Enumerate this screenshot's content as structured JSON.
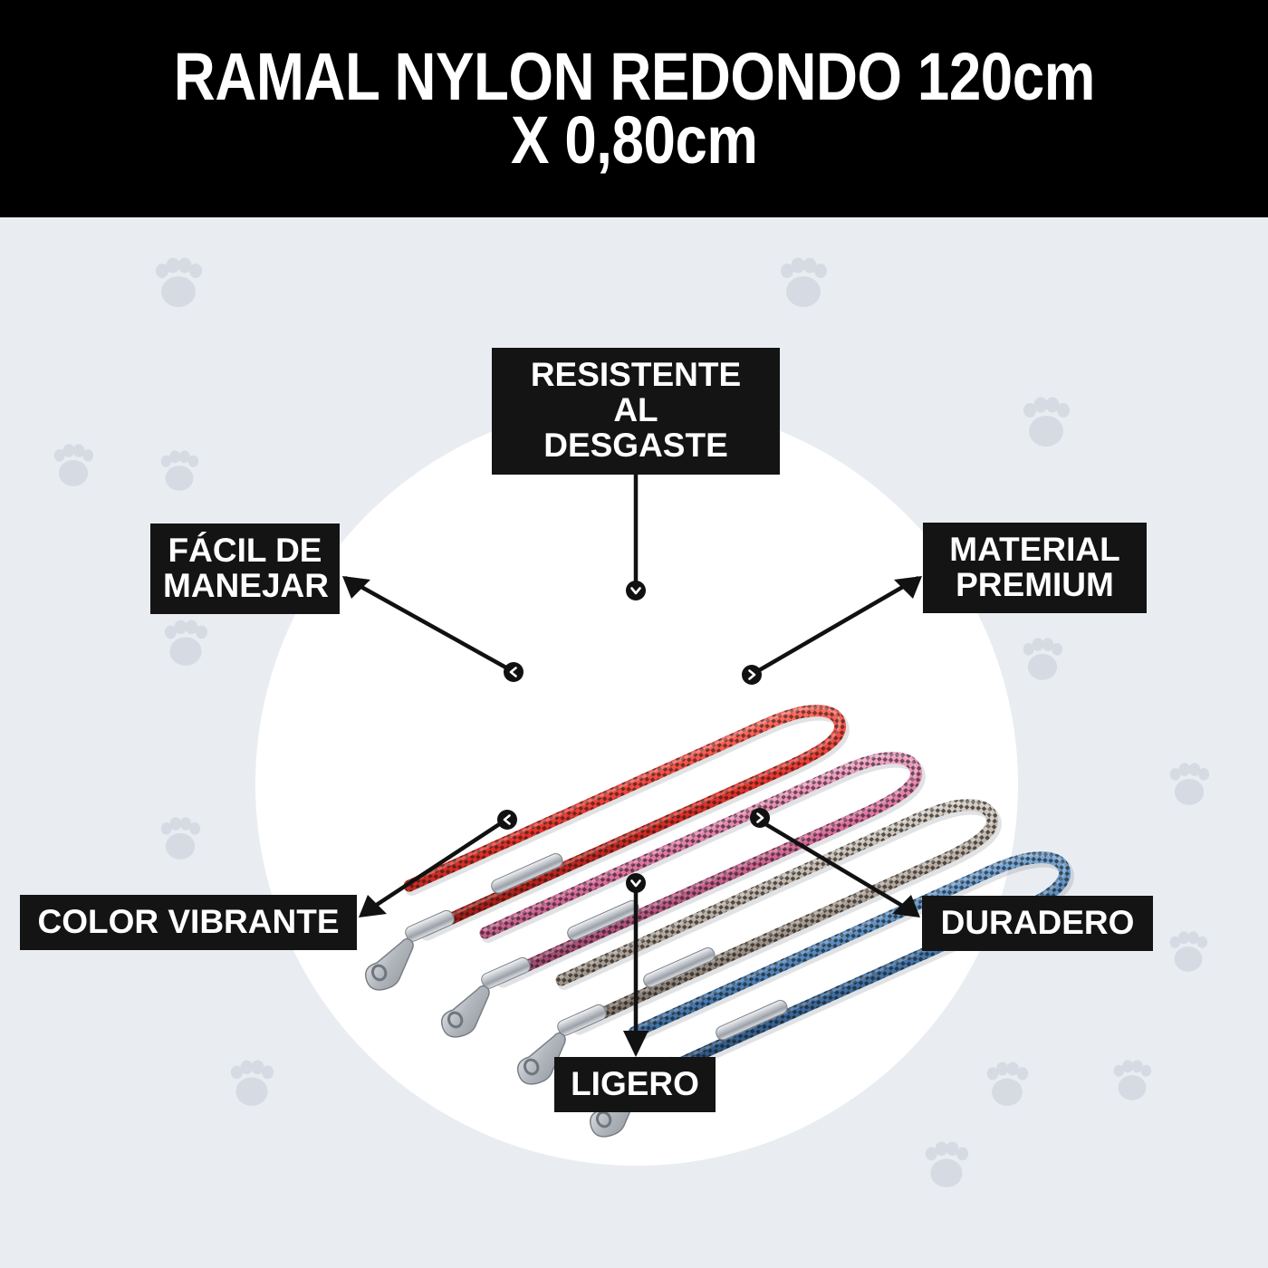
{
  "header": {
    "title": "RAMAL NYLON REDONDO 120cm\nX 0,80cm",
    "background_color": "#000000",
    "text_color": "#ffffff"
  },
  "background": {
    "color": "#e9edf2",
    "circle_color": "#ffffff",
    "watermark_icon": "paw-print-icon",
    "watermark_color": "#d6dbe3"
  },
  "callouts": [
    {
      "id": "resistente",
      "label": "RESISTENTE AL\nDESGASTE",
      "position": "top-center",
      "arrow": "down"
    },
    {
      "id": "facil",
      "label": "FÁCIL DE\nMANEJAR",
      "position": "left-upper",
      "arrow": "up-left"
    },
    {
      "id": "material",
      "label": "MATERIAL\nPREMIUM",
      "position": "right-upper",
      "arrow": "up-right"
    },
    {
      "id": "color",
      "label": "COLOR VIBRANTE",
      "position": "left-lower",
      "arrow": "down-left"
    },
    {
      "id": "duradero",
      "label": "DURADERO",
      "position": "right-lower",
      "arrow": "down-right"
    },
    {
      "id": "ligero",
      "label": "LIGERO",
      "position": "bottom-center",
      "arrow": "down"
    }
  ],
  "product": {
    "name": "ramal-nylon-redondo",
    "item_count": 4,
    "items": [
      {
        "color_name": "rojo",
        "color": "#e8332a",
        "shade": "#b01f18",
        "speck": "#1b1b1b"
      },
      {
        "color_name": "rosa",
        "color": "#dd6d9d",
        "shade": "#a84a74",
        "speck": "#1b1b1b"
      },
      {
        "color_name": "gris",
        "color": "#b7aa9e",
        "shade": "#8a7d72",
        "speck": "#1b1b1b"
      },
      {
        "color_name": "azul",
        "color": "#4b80b6",
        "shade": "#2f5a86",
        "speck": "#1b1b1b"
      }
    ],
    "hardware_color": "#c9ccd1"
  },
  "label_style": {
    "background": "#141414",
    "text_color": "#ffffff"
  }
}
